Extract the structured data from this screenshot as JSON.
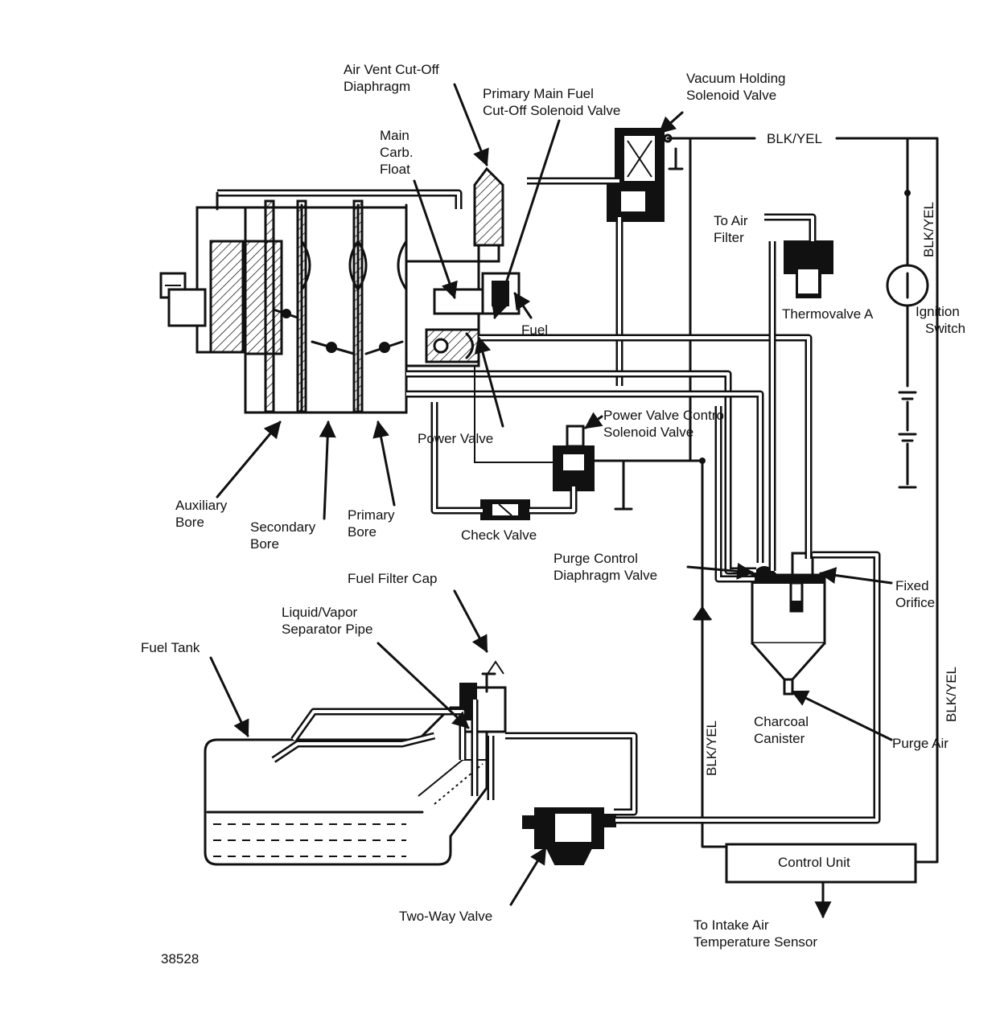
{
  "labels": {
    "air_vent_cutoff_diaphragm": [
      "Air Vent Cut-Off",
      "Diaphragm"
    ],
    "primary_main_fuel_cutoff": [
      "Primary Main Fuel",
      "Cut-Off Solenoid Valve"
    ],
    "vacuum_holding_solenoid": [
      "Vacuum Holding",
      "Solenoid Valve"
    ],
    "main_carb_float": [
      "Main",
      "Carb.",
      "Float"
    ],
    "blk_yel_top": "BLK/YEL",
    "blk_yel_right_upper": "BLK/YEL",
    "to_air_filter": [
      "To Air",
      "Filter"
    ],
    "thermovalve_a": "Thermovalve A",
    "ignition_switch": [
      "Ignition",
      "Switch"
    ],
    "fuel": "Fuel",
    "power_valve_control_solenoid": [
      "Power Valve Control",
      "Solenoid Valve"
    ],
    "power_valve": "Power Valve",
    "auxiliary_bore": [
      "Auxiliary",
      "Bore"
    ],
    "secondary_bore": [
      "Secondary",
      "Bore"
    ],
    "primary_bore": [
      "Primary",
      "Bore"
    ],
    "check_valve": "Check Valve",
    "purge_control_diaphragm_valve": [
      "Purge Control",
      "Diaphragm Valve"
    ],
    "fixed_orifice": [
      "Fixed",
      "Orifice"
    ],
    "fuel_filter_cap": "Fuel Filter Cap",
    "liquid_vapor_separator_pipe": [
      "Liquid/Vapor",
      "Separator Pipe"
    ],
    "fuel_tank": "Fuel Tank",
    "blk_yel_right_lower": "BLK/YEL",
    "blk_yel_left_lower": "BLK/YEL",
    "charcoal_canister": [
      "Charcoal",
      "Canister"
    ],
    "purge_air": "Purge Air",
    "control_unit": "Control Unit",
    "two_way_valve": "Two-Way Valve",
    "to_intake_air_temp_sensor": [
      "To Intake Air",
      "Temperature Sensor"
    ],
    "figure_number": "38528"
  }
}
